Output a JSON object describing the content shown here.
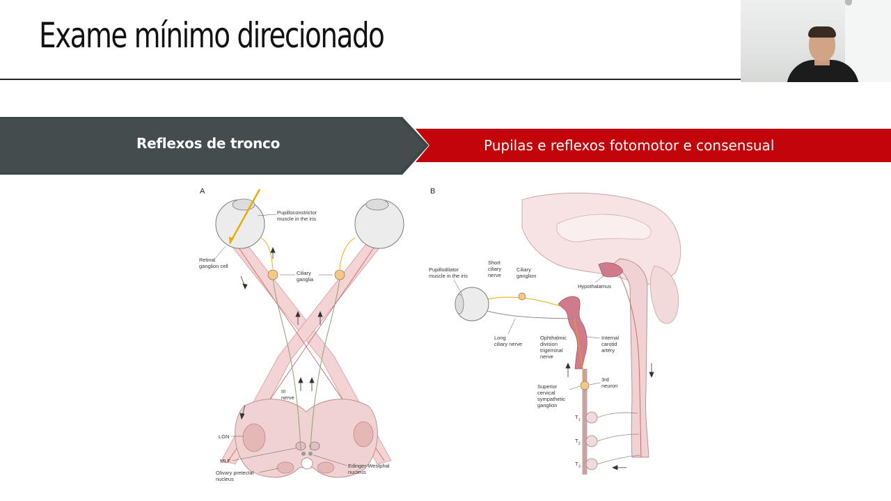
{
  "slide": {
    "title": "Exame mínimo direcionado"
  },
  "banner": {
    "left_label": "Reflexos de tronco",
    "right_label": "Pupilas e reflexos fotomotor e consensual",
    "left_color": "#434d4d",
    "right_color": "#c2050b"
  },
  "figure": {
    "panel_a": {
      "letter": "A",
      "labels": {
        "pupilloconstrictor": [
          "Pupilloconstrictor",
          "muscle in the iris"
        ],
        "retinal": [
          "Retinal",
          "ganglion cell"
        ],
        "ciliary_ganglia": [
          "Ciliary",
          "ganglia"
        ],
        "iii_nerve": [
          "III",
          "nerve"
        ],
        "lgn": "LGN",
        "mlf": "MLF",
        "olivary": [
          "Olivary pretectal",
          "nucleus"
        ],
        "edinger": [
          "Edinger-Westphal",
          "nucleus"
        ]
      }
    },
    "panel_b": {
      "letter": "B",
      "labels": {
        "pupillodilator": [
          "Pupillodilator",
          "muscle in the iris"
        ],
        "short_ciliary": [
          "Short",
          "ciliary",
          "nerve"
        ],
        "ciliary_ganglion": [
          "Ciliary",
          "ganglion"
        ],
        "hypothalamus": "Hypothalamus",
        "long_ciliary": [
          "Long",
          "ciliary nerve"
        ],
        "ophthalmic": [
          "Ophthalmic",
          "division",
          "trigeminal",
          "nerve"
        ],
        "internal_carotid": [
          "Internal",
          "carotid",
          "artery"
        ],
        "third_neuron": [
          "3rd",
          "neuron"
        ],
        "superior_cervical": [
          "Superior",
          "cervical",
          "sympathetic",
          "ganglion"
        ],
        "t1": "T",
        "t2": "T",
        "t3": "T",
        "t1_sub": "1",
        "t2_sub": "2",
        "t3_sub": "3"
      }
    }
  },
  "colors": {
    "nerve_fill": "#f3d3d3",
    "nerve_line": "#c96b6b",
    "fiber_green": "#8ea87a",
    "light_ray": "#e8a900",
    "ganglion": "#f2c98a",
    "hypothalamus": "#cf7b8b"
  }
}
